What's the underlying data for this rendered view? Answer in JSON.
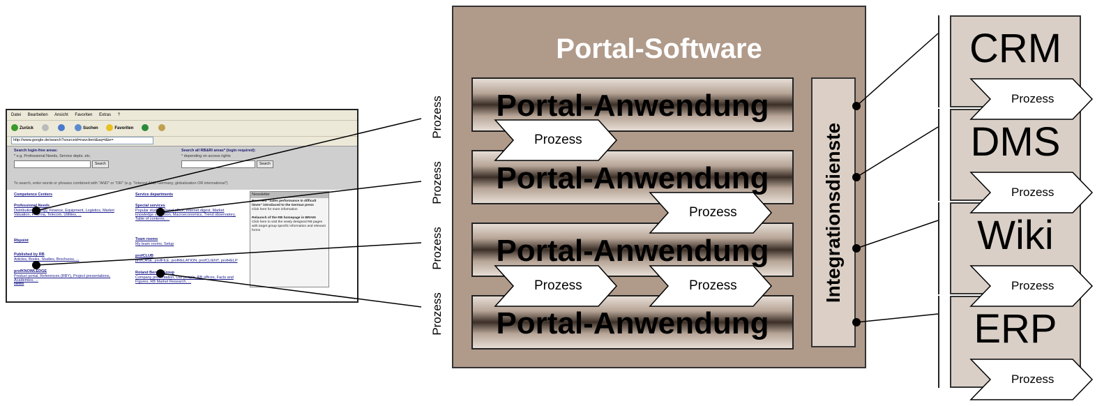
{
  "portal": {
    "title": "Portal-Software",
    "apps": [
      "Portal-Anwendung",
      "Portal-Anwendung",
      "Portal-Anwendung",
      "Portal-Anwendung"
    ],
    "integration_label": "Integrationsdienste"
  },
  "process_label": "Prozess",
  "side_process_labels": [
    "Prozess",
    "Prozess",
    "Prozess",
    "Prozess"
  ],
  "systems": [
    "CRM",
    "DMS",
    "Wiki",
    "ERP"
  ],
  "colors": {
    "portal_bg": "#b09a8a",
    "system_bg": "#d9cfc6",
    "integration_bg": "#dcd0c6",
    "portal_title": "#ffffff"
  },
  "browser": {
    "menu": [
      "Datei",
      "Bearbeiten",
      "Ansicht",
      "Favoriten",
      "Extras",
      "?"
    ],
    "toolbar": [
      "Zurück",
      "Suchen",
      "Favoriten"
    ],
    "address": "http://www.google.de/search?sourceid=navclient&aq=t&ie=",
    "search_left_label": "Search login-free areas:",
    "search_left_hint": "* e.g. Professional Needs, Service depts. etc.",
    "search_right_label": "Search all RB&RI areas* (login required):",
    "search_right_hint": "* depending on access rights",
    "search_button": "Search",
    "search_note": "To search, enter words or phrases combined with \"AND\" or \"OR\" (e.g. \"Interest AND Germany, globalization OR international\")",
    "col1": {
      "heading": "Competence Centers",
      "items": [
        {
          "title": "Professional Needs",
          "text": "Distribution, Energy, Finance, Equipment, Logistics, Market Valuation, Pharma, Telecom, Utilities, ..."
        },
        {
          "title": "Rbpoint",
          "text": ""
        },
        {
          "title": "Published by RB",
          "text": "Articles, Books, Studies, Brochures, ..."
        },
        {
          "title": "profKNOWLEDGE",
          "text": "Product portal, References (RBY), Project presentations, Academies, ..."
        },
        {
          "title": "News",
          "text": ""
        }
      ]
    },
    "col2": {
      "heading": "Service departments",
      "items": [
        {
          "title": "Special services",
          "text": "Popular studies, Trend office, Internet digest, Market knowledge collection, Macroeconomics, Trend observatory, Table of contents, ..."
        },
        {
          "title": "Team rooms",
          "text": "My team rooms, Setup"
        },
        {
          "title": "profCLUB",
          "text": "profCASE, profFILE, profRELATION, profCLIENT, profHELP"
        },
        {
          "title": "Roland Berger Group",
          "text": "Company presentation, Our people, RB offices, Facts and Figures, RB Market Research, ..."
        }
      ]
    },
    "news": {
      "heading": "Newsletter",
      "items": [
        {
          "title": "Reversed \"Sales performance in difficult times\" introduced to the German press",
          "text": "Click here for more information"
        },
        {
          "title": "Relaunch of the RB homepage in BRAIN",
          "text": "Click here to visit the newly designed RB pages with target group specific information and relevant forms"
        }
      ]
    }
  }
}
